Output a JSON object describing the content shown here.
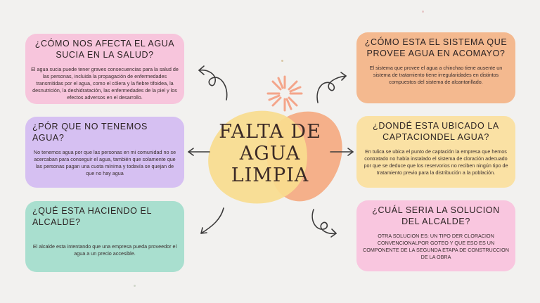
{
  "title": {
    "line1": "FALTA DE",
    "line2": "AGUA",
    "line3": "LIMPIA"
  },
  "cards": [
    {
      "heading": "¿CÓMO NOS AFECTA EL AGUA SUCIA EN LA SALUD?",
      "text": "El agua sucia puede tener graves consecuencias para la salud de las personas, incluida la propagación de enfermedades transmitidas por el agua, como el cólera y la fiebre tifoidea, la desnutrición, la deshidratación, las enfermedades de la piel y los efectos adversos en el desarrollo.",
      "color": "#f7c5dc"
    },
    {
      "heading": "¿PÓR QUE NO TENEMOS AGUA?",
      "text": "No tenemos agua por que las personas en mi comunidad no se acercaban para conseguir el agua, también que solamente que las personas pagan una cuota mínima y todavía se quejan de que no hay agua",
      "color": "#d6c0f2"
    },
    {
      "heading": "¿QUÉ ESTA HACIENDO EL ALCALDE?",
      "text": "El alcalde esta intentando que una empresa pueda proveedor el agua a un precio accesible.",
      "color": "#a9dfcf"
    },
    {
      "heading": "¿CÓMO ESTA EL SISTEMA QUE PROVEE AGUA EN ACOMAYO?",
      "text": "El sistema que provee el agua a chinchao tiene ausente un sistema de tratamiento tiene irregularidades en distintos compuestos del sistema de alcantarillado.",
      "color": "#f4b98f"
    },
    {
      "heading": "¿DONDÉ ESTA UBICADO LA CAPTACIONDEL AGUA?",
      "text": "En tulica se ubica el punto de captación la empresa que hemos contratado no había instalado el sistema de cloración adecuado por que se deduce que los reservorios no reciben ningún tipo de tratamiento previo para la distribución a la población.",
      "color": "#fae1a4"
    },
    {
      "heading": "¿CUÁL SERIA LA SOLUCION DEL ALCALDE?",
      "text": "OTRA SOLUCION ES: UN TIPO DER CLORACION CONVENCIONALPOR GOTEO Y QUE ESO ES UN COMPONENTE DE LA SEGUNDA ETAPA DE CONSTRUCCION DE LA OBRA",
      "color": "#f9c6df"
    }
  ],
  "colors": {
    "blob_yellow": "#f9dc8e",
    "blob_peach": "#f5b08a",
    "sunburst": "#f4a58a",
    "arrow": "#3b3a3a"
  }
}
